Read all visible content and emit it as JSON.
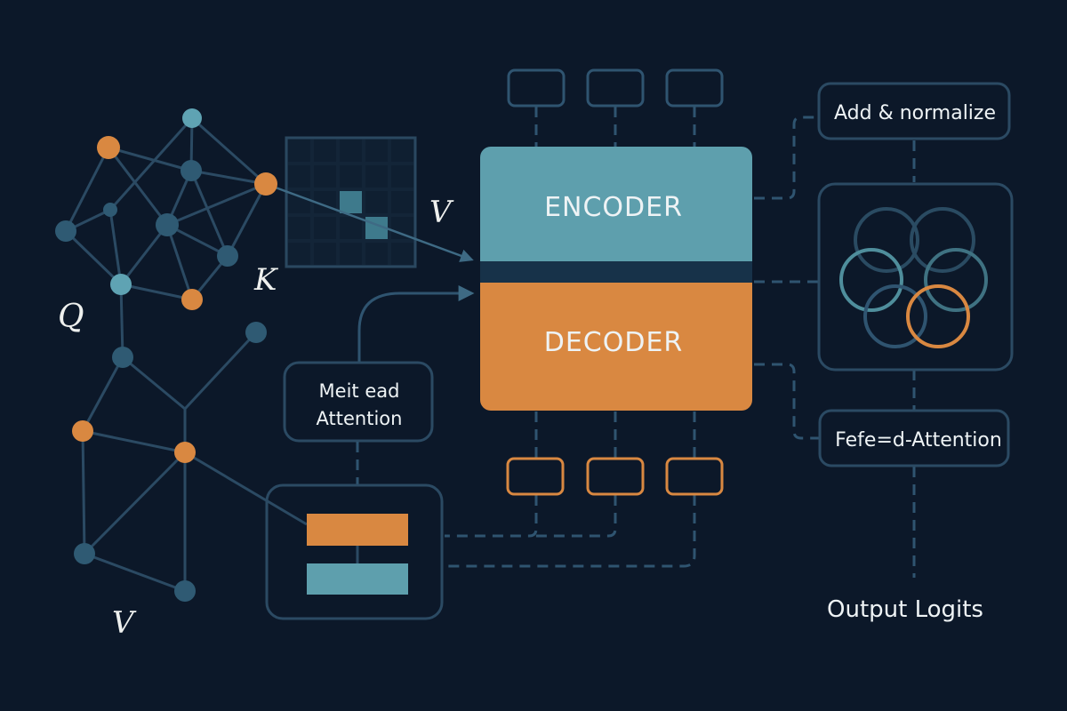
{
  "colors": {
    "background": "#0c1829",
    "line": "#2b4a63",
    "node_blue": "#2f5a73",
    "node_light": "#5fa3b3",
    "orange": "#d98841",
    "teal": "#5e9fad",
    "text": "#eef3f5"
  },
  "graph": {
    "labels": {
      "q": "Q",
      "k": "K",
      "v_matrix": "V",
      "v_bottom": "V"
    }
  },
  "attention_matrix": {
    "rows": 5,
    "cols": 5,
    "highlighted_cells": [
      [
        2,
        2
      ],
      [
        3,
        3
      ]
    ]
  },
  "core": {
    "encoder_label": "ENCODER",
    "decoder_label": "DECODER"
  },
  "attention_block": {
    "label_line1": "Meit ead",
    "label_line2": "Attention"
  },
  "right_column": {
    "add_normalize_label": "Add & normalize",
    "feed_attention_label": "Fefe=d-Attention",
    "output_label": "Output Logits"
  }
}
